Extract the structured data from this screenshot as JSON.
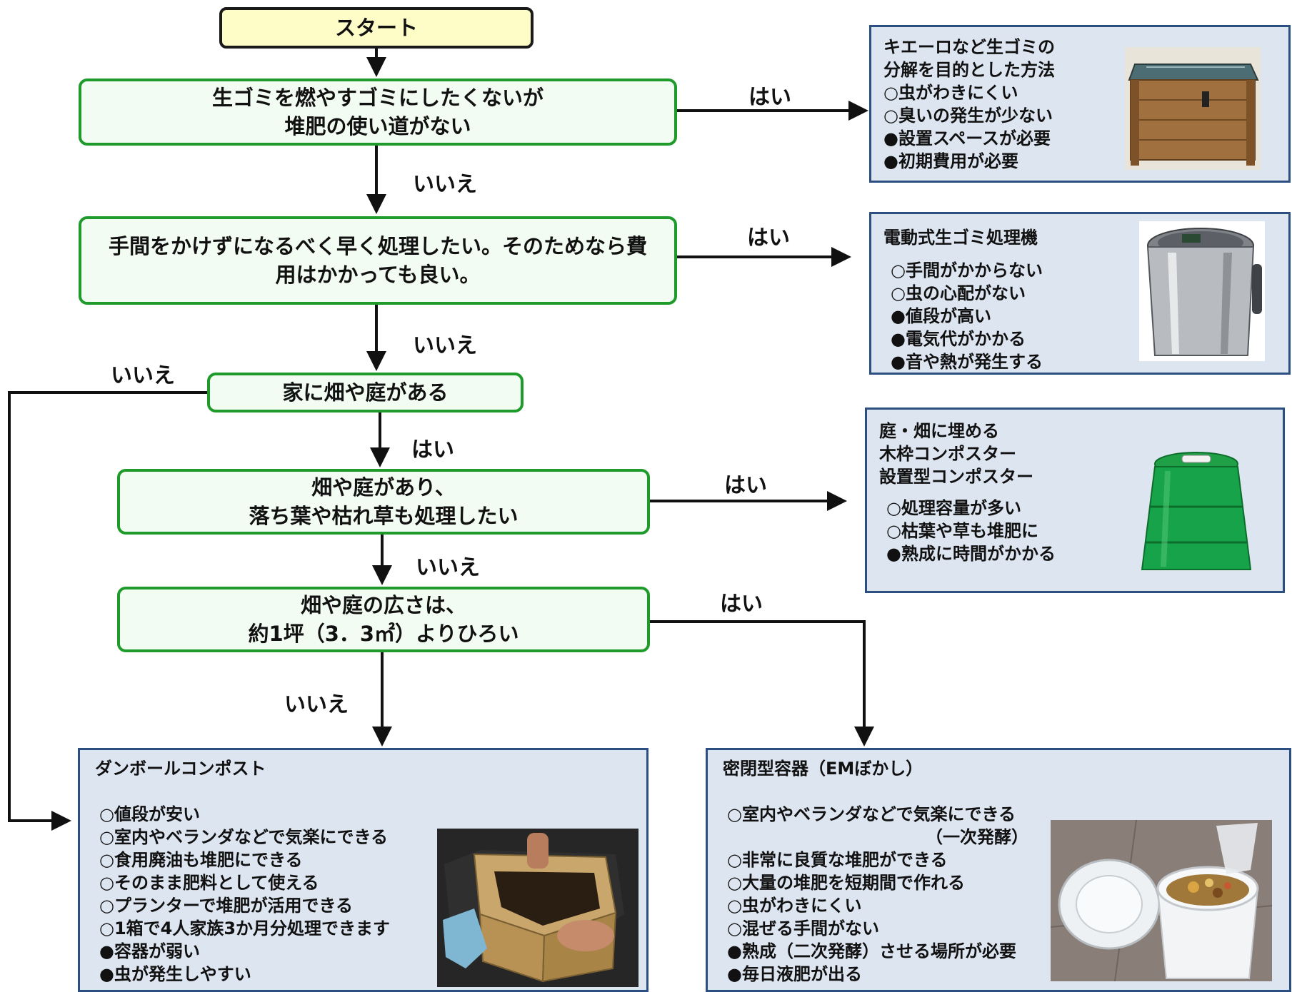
{
  "flow": {
    "start": "スタート",
    "q1": {
      "line1": "生ゴミを燃やすゴミにしたくないが",
      "line2": "堆肥の使い道がない"
    },
    "q2": {
      "line1": "手間をかけずになるべく早く処理したい。そのためなら費",
      "line2": "用はかかっても良い。"
    },
    "q3": {
      "line1": "家に畑や庭がある"
    },
    "q4": {
      "line1": "畑や庭があり、",
      "line2": "落ち葉や枯れ草も処理したい"
    },
    "q5": {
      "line1": "畑や庭の広さは、",
      "line2": "約1坪（3．3㎡）よりひろい"
    }
  },
  "labels": {
    "q1_yes": "はい",
    "q1_no": "いいえ",
    "q2_yes": "はい",
    "q2_no": "いいえ",
    "q3_no": "いいえ",
    "q3_yes": "はい",
    "q4_yes": "はい",
    "q4_no": "いいえ",
    "q5_yes": "はい",
    "q5_no": "いいえ"
  },
  "results": {
    "kieero": {
      "lines": [
        "キエーロなど生ゴミの",
        "分解を目的とした方法",
        "○虫がわきにくい",
        "○臭いの発生が少ない",
        "●設置スペースが必要",
        "●初期費用が必要"
      ]
    },
    "electric": {
      "lines": [
        "電動式生ゴミ処理機",
        "○手間がかからない",
        "○虫の心配がない",
        "●値段が高い",
        "●電気代がかかる",
        "●音や熱が発生する"
      ]
    },
    "composter": {
      "lines": [
        "庭・畑に埋める",
        "木枠コンポスター",
        "設置型コンポスター",
        "○処理容量が多い",
        "○枯葉や草も堆肥に",
        "●熟成に時間がかかる"
      ]
    },
    "cardboard": {
      "title": "ダンボールコンポスト",
      "lines": [
        "○値段が安い",
        "○室内やベランダなどで気楽にできる",
        "○食用廃油も堆肥にできる",
        "○そのまま肥料として使える",
        "○プランターで堆肥が活用できる",
        "○1箱で4人家族3か月分処理できます",
        "●容器が弱い",
        "●虫が発生しやすい"
      ]
    },
    "em": {
      "title": "密閉型容器（EMぼかし）",
      "lines": [
        "○室内やベランダなどで気楽にできる",
        "（一次発酵）",
        "○非常に良質な堆肥ができる",
        "○大量の堆肥を短期間で作れる",
        "○虫がわきにくい",
        "○混ぜる手間がない",
        "●熟成（二次発酵）させる場所が必要",
        "●毎日液肥が出る"
      ]
    }
  },
  "colors": {
    "question_border": "#1e9b2a",
    "question_fill": "#f3fcf2",
    "start_fill": "#fefdc8",
    "panel_fill": "#dde5f1",
    "panel_border": "#2b4f80",
    "arrow": "#111111"
  }
}
